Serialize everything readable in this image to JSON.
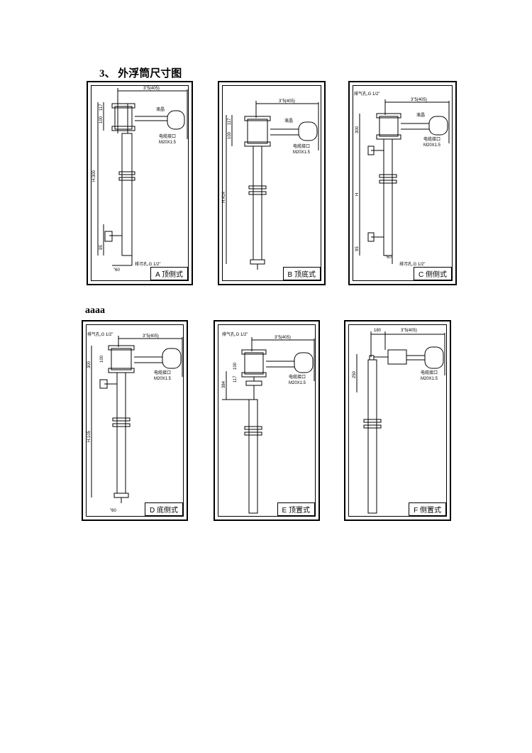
{
  "heading": "3、 外浮筒尺寸图",
  "subheading": "aaaa",
  "common": {
    "top_dim": "3\"5(405)",
    "display": "液晶",
    "cable": "电缆接口",
    "thread": "M20X1.5",
    "dim_100": "100",
    "dim_117": "117",
    "dim_300": "300",
    "dim_95": "95",
    "dim_60": "\"60",
    "vent": "排气孔,G 1/2\"",
    "drain": "排污孔,G 1/2\"",
    "dim_180": "180"
  },
  "panels": [
    {
      "id": "A",
      "caption": "A 顶侧式",
      "h_label": "H:300"
    },
    {
      "id": "B",
      "caption": "B 顶底式",
      "h_label": "H:414"
    },
    {
      "id": "C",
      "caption": "C 侧侧式",
      "h_label": "H"
    },
    {
      "id": "D",
      "caption": "D 底侧式",
      "h_label": "H:105"
    },
    {
      "id": "E",
      "caption": "E 顶置式",
      "h_label": "384"
    },
    {
      "id": "F",
      "caption": "F 侧置式",
      "h_label": "250"
    }
  ]
}
